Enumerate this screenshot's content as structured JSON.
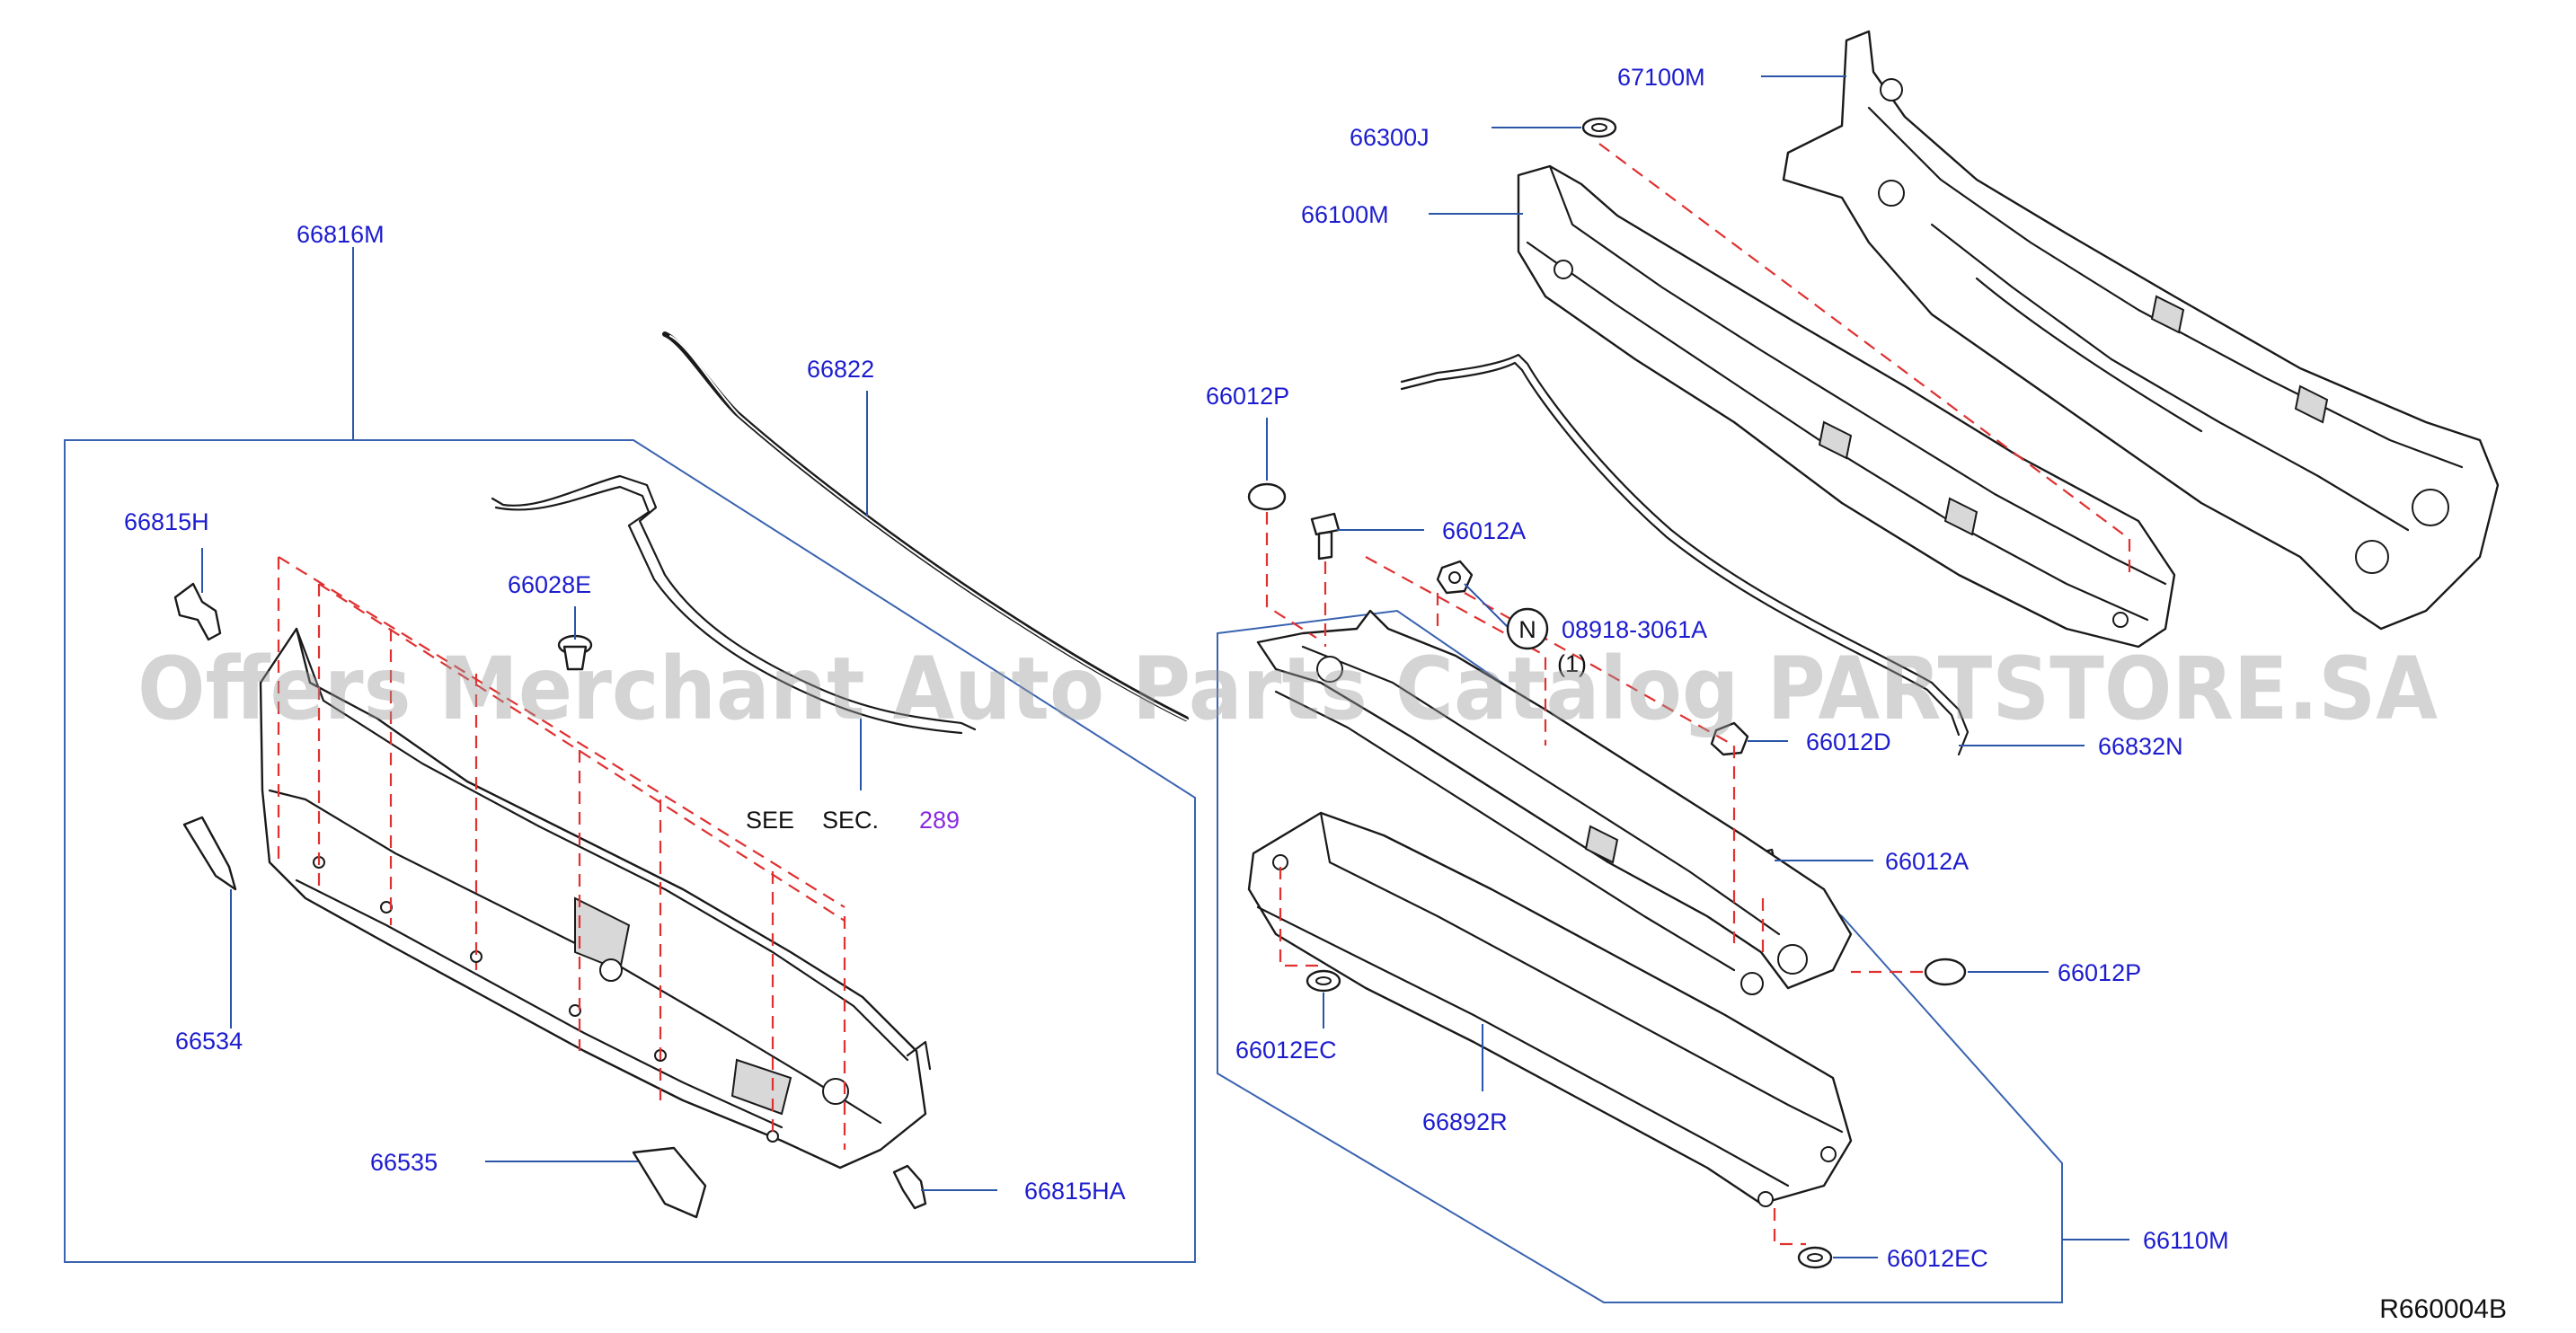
{
  "diagram_code": "R660004B",
  "watermark": "Offers Merchant Auto Parts Catalog PARTSTORE.SA",
  "see_section": {
    "prefix": "SEE",
    "sec": "SEC.",
    "number": "289"
  },
  "note_symbol": "N",
  "labels": {
    "p66816M": "66816M",
    "p66822": "66822",
    "p66815H": "66815H",
    "p66028E": "66028E",
    "p66534": "66534",
    "p66535": "66535",
    "p66815HA": "66815HA",
    "p67100M": "67100M",
    "p66300J": "66300J",
    "p66100M": "66100M",
    "p66012P_a": "66012P",
    "p66012A_a": "66012A",
    "p08918": "08918-3061A",
    "p08918_qty": "(1)",
    "p66012D": "66012D",
    "p66832N": "66832N",
    "p66012A_b": "66012A",
    "p66012P_b": "66012P",
    "p66012EC_a": "66012EC",
    "p66892R": "66892R",
    "p66110M": "66110M",
    "p66012EC_b": "66012EC"
  }
}
